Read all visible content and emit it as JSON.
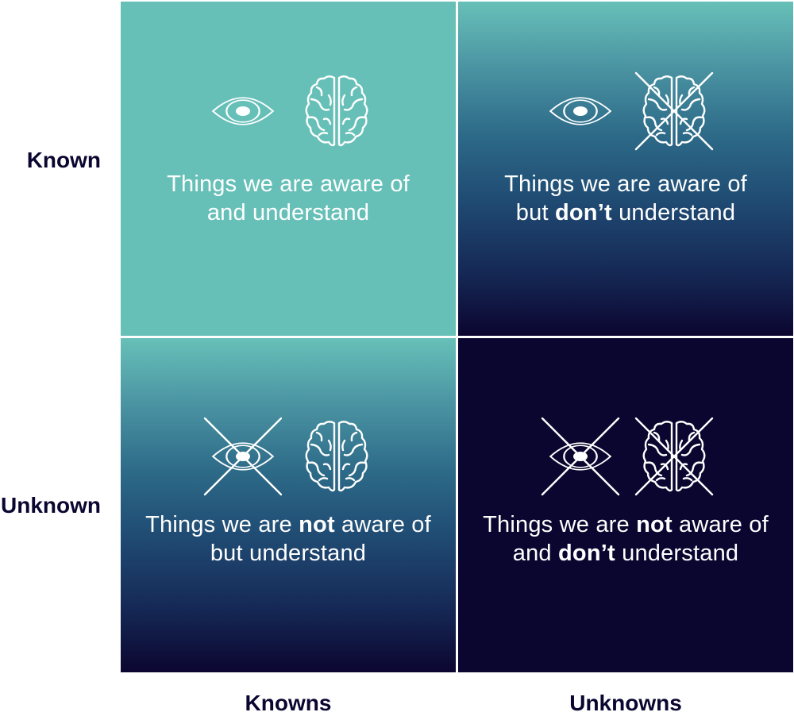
{
  "rows": {
    "top": "Known",
    "bottom": "Unknown"
  },
  "columns": {
    "left": "Knowns",
    "right": "Unknowns"
  },
  "colors": {
    "teal": "#67c0b8",
    "navy": "#0b0630",
    "label": "#0b0630"
  },
  "quadrants": {
    "tl": {
      "eye_crossed": false,
      "brain_crossed": false,
      "line1": [
        {
          "t": "Things we are aware of",
          "b": false
        }
      ],
      "line2": [
        {
          "t": "and understand",
          "b": false
        }
      ]
    },
    "tr": {
      "eye_crossed": false,
      "brain_crossed": true,
      "line1": [
        {
          "t": "Things we are aware of",
          "b": false
        }
      ],
      "line2": [
        {
          "t": "but ",
          "b": false
        },
        {
          "t": "don’t",
          "b": true
        },
        {
          "t": " understand",
          "b": false
        }
      ]
    },
    "bl": {
      "eye_crossed": true,
      "brain_crossed": false,
      "line1": [
        {
          "t": "Things we are ",
          "b": false
        },
        {
          "t": "not",
          "b": true
        },
        {
          "t": " aware of",
          "b": false
        }
      ],
      "line2": [
        {
          "t": "but understand",
          "b": false
        }
      ]
    },
    "br": {
      "eye_crossed": true,
      "brain_crossed": true,
      "line1": [
        {
          "t": "Things we are ",
          "b": false
        },
        {
          "t": "not",
          "b": true
        },
        {
          "t": " aware of",
          "b": false
        }
      ],
      "line2": [
        {
          "t": "and ",
          "b": false
        },
        {
          "t": "don’t",
          "b": true
        },
        {
          "t": " understand",
          "b": false
        }
      ]
    }
  }
}
